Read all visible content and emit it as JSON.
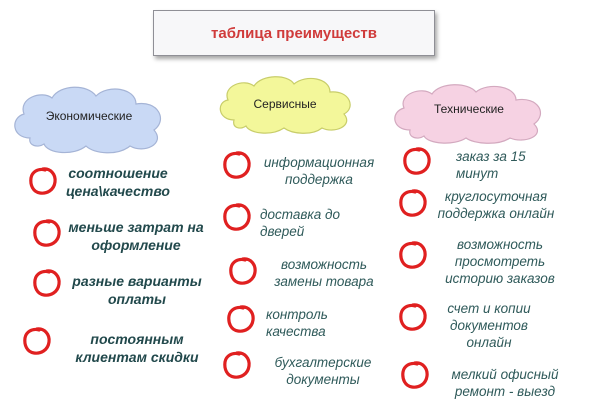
{
  "title": "таблица преимуществ",
  "colors": {
    "title_text": "#d03b3b",
    "cloud_economic": "#c9d9f5",
    "cloud_service": "#f3f79a",
    "cloud_technical": "#f6d2e3",
    "ring": "#e02020",
    "item_text": "#2f5a5a"
  },
  "categories": [
    {
      "label": "Экономические",
      "items": [
        "соотношение цена\\качество",
        "меньше затрат на оформление",
        "разные варианты оплаты",
        "постоянным клиентам скидки"
      ]
    },
    {
      "label": "Сервисные",
      "items": [
        "информационная поддержка",
        "доставка до дверей",
        "возможность замены товара",
        "контроль качества",
        "бухгалтерские документы"
      ]
    },
    {
      "label": "Технические",
      "items": [
        "заказ за 15 минут",
        "круглосуточная поддержка онлайн",
        "возможность просмотреть историю заказов",
        "счет и копии документов онлайн",
        "мелкий офисный ремонт - выезд"
      ]
    }
  ]
}
